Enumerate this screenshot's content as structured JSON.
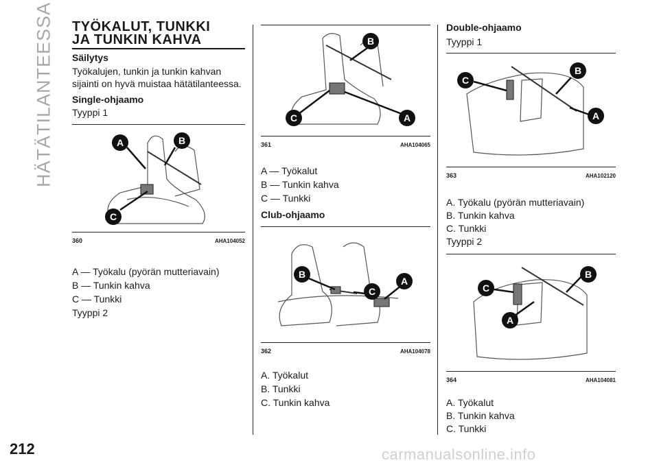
{
  "side_label": "HÄTÄTILANTEESSA",
  "page_number": "212",
  "title_line1": "TYÖKALUT, TUNKKI",
  "title_line2": "JA TUNKIN KAHVA",
  "col1": {
    "heading_storage": "Säilytys",
    "storage_text1": "Työkalujen, tunkin ja tunkin kahvan",
    "storage_text2": "sijainti on hyvä muistaa hätätilanteessa.",
    "heading_single": "Single-ohjaamo",
    "type1": "Tyyppi 1",
    "fig_num": "360",
    "fig_code": "AHA104052",
    "items": [
      "A — Työkalu (pyörän mutteriavain)",
      "B — Tunkin kahva",
      "C — Tunkki"
    ],
    "type2": "Tyyppi 2"
  },
  "col2": {
    "fig1_num": "361",
    "fig1_code": "AHA104065",
    "items1": [
      "A — Työkalut",
      "B — Tunkin kahva",
      "C — Tunkki"
    ],
    "heading_club": "Club-ohjaamo",
    "fig2_num": "362",
    "fig2_code": "AHA104078",
    "items2": [
      "A. Työkalut",
      "B. Tunkki",
      "C. Tunkin kahva"
    ]
  },
  "col3": {
    "heading_double": "Double-ohjaamo",
    "type1": "Tyyppi 1",
    "fig1_num": "363",
    "fig1_code": "AHA102120",
    "items1": [
      "A. Työkalu (pyörän mutteriavain)",
      "B. Tunkin kahva",
      "C. Tunkki"
    ],
    "type2": "Tyyppi 2",
    "fig2_num": "364",
    "fig2_code": "AHA104081",
    "items2": [
      "A. Työkalut",
      "B. Tunkin kahva",
      "C. Tunkki"
    ]
  },
  "callouts": {
    "a": "A",
    "b": "B",
    "c": "C"
  },
  "watermark": "carmanualsonline.info",
  "colors": {
    "text": "#1a1a1a",
    "side_label": "#a8a8a8",
    "callout": "#111111"
  }
}
